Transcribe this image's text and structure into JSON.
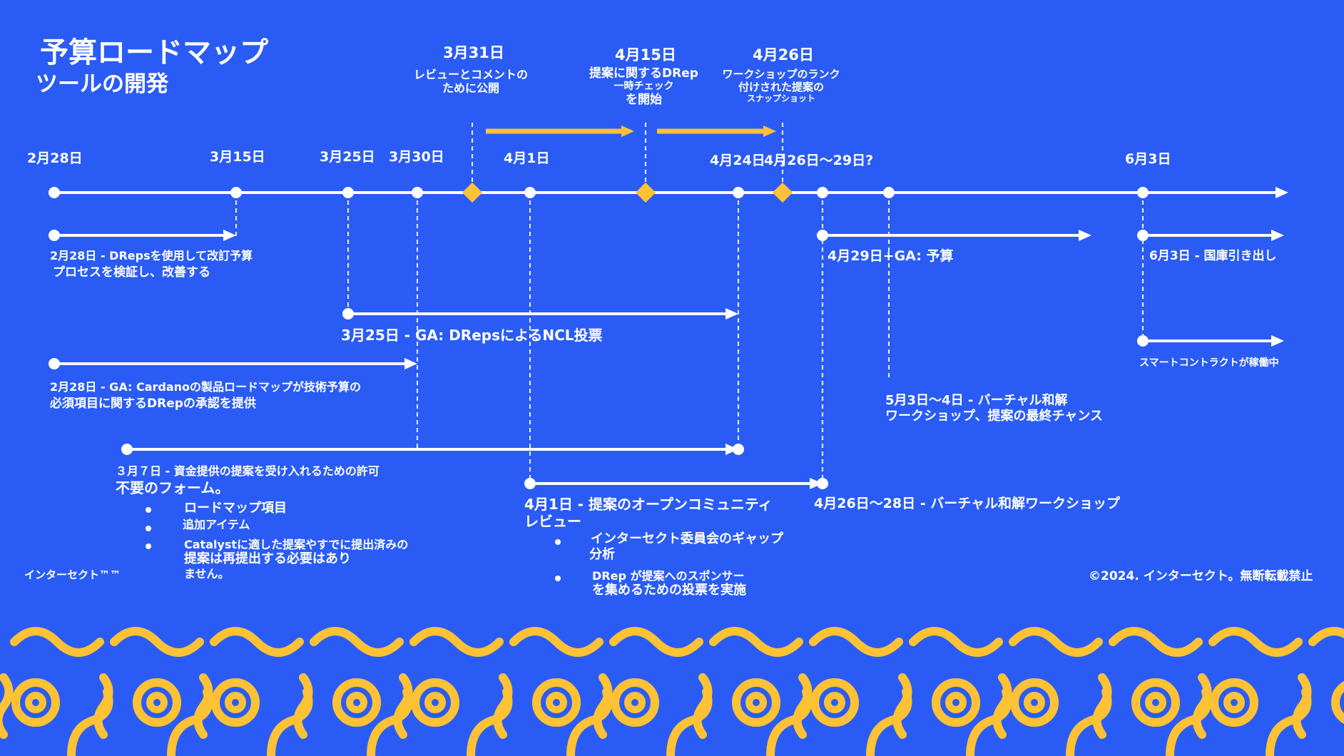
{
  "title": "予算ロードマップ",
  "subtitle": "ツールの開発",
  "colors": {
    "background": "#2a5cf5",
    "accent": "#ffc234",
    "line": "#ffffff"
  },
  "milestones": [
    {
      "date": "3月31日",
      "label_lines": [
        "レビューとコメントの",
        "ために公開"
      ]
    },
    {
      "date": "4月15日",
      "label_lines": [
        "提案に関するDRep",
        "一時チェック",
        "を開始"
      ]
    },
    {
      "date": "4月26日",
      "label_lines": [
        "ワークショップのランク",
        "付けされた提案の",
        "スナップショット"
      ]
    }
  ],
  "timeline_dates": [
    "2月28日",
    "3月15日",
    "3月25日",
    "3月30日",
    "4月1日",
    "4月24日",
    "4月26日〜29日?",
    "6月3日"
  ],
  "items": {
    "feb28_drep": {
      "lines": [
        "2月28日 - DRepsを使用して改訂予算",
        "プロセスを検証し、改善する"
      ]
    },
    "mar25_ncl": {
      "text": "3月25日 - GA: DRepsによるNCL投票"
    },
    "feb28_cardano": {
      "lines": [
        "2月28日 - GA: Cardanoの製品ロードマップが技術予算の",
        "必須項目に関するDRepの承認を提供"
      ]
    },
    "mar7": {
      "lines": [
        "３月７日 - 資金提供の提案を受け入れるための許可",
        "不要のフォーム。"
      ],
      "bullets": [
        [
          "ロードマップ項目"
        ],
        [
          "追加アイテム"
        ],
        [
          "Catalystに適した提案やすでに提出済みの",
          "提案は再提出する必要はあり",
          "ません。"
        ]
      ]
    },
    "apr1": {
      "lines": [
        "4月1日 - 提案のオープンコミュニティ",
        "レビュー"
      ],
      "bullets": [
        [
          "インターセクト委員会のギャップ",
          "分析"
        ],
        [
          "DRep が提案へのスポンサー",
          "を集めるための投票を実施"
        ]
      ]
    },
    "apr29": {
      "text": "4月29日+GA: 予算"
    },
    "may3": {
      "lines": [
        "5月3日〜4日 - バーチャル和解",
        "ワークショップ、提案の最終チャンス"
      ]
    },
    "apr26_28": {
      "text": "4月26日〜28日 - バーチャル和解ワークショップ"
    },
    "jun3": {
      "text": "6月3日 - 国庫引き出し"
    },
    "smart": {
      "text": "スマートコントラクトが稼働中"
    }
  },
  "footer": {
    "brand": "インターセクト™™",
    "copyright": "©2024. インターセクト。無断転載禁止"
  }
}
